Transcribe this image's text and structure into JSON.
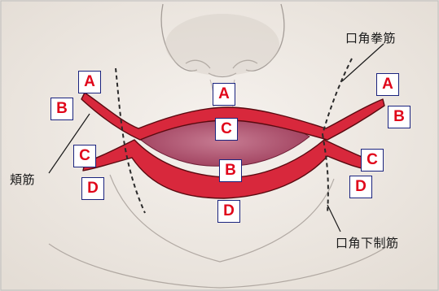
{
  "labels": {
    "muscle_top_right": "口角拳筋",
    "muscle_left": "頬筋",
    "muscle_bottom_right": "口角下制筋"
  },
  "markers": {
    "A_left": "A",
    "A_center": "A",
    "A_right": "A",
    "B_left": "B",
    "B_center": "B",
    "B_right": "B",
    "C_left": "C",
    "C_center": "C",
    "C_right": "C",
    "D_left": "D",
    "D_center": "D",
    "D_right": "D"
  },
  "colors": {
    "muscle_band": "#d8283c",
    "muscle_outline": "#5a0a10",
    "lip_fill": "#b0506a",
    "skin": "#f2ede7",
    "marker_text": "#e0061a",
    "marker_border": "#1a237e"
  }
}
